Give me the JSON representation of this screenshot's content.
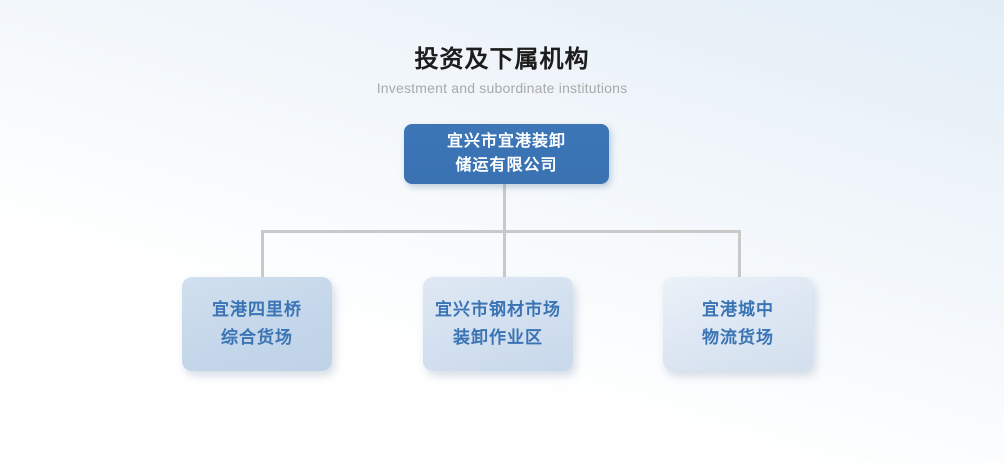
{
  "page": {
    "title": "投资及下属机构",
    "subtitle": "Investment and subordinate institutions"
  },
  "org": {
    "root": {
      "line1": "宜兴市宜港装卸",
      "line2": "储运有限公司"
    },
    "children": [
      {
        "line1": "宜港四里桥",
        "line2": "综合货场"
      },
      {
        "line1": "宜兴市钢材市场",
        "line2": "装卸作业区"
      },
      {
        "line1": "宜港城中",
        "line2": "物流货场"
      }
    ]
  },
  "colors": {
    "background_top": "#e2eef7",
    "background_bottom": "#ffffff",
    "title_text": "#1c1c1c",
    "subtitle_text": "#a9a9a9",
    "connector_line": "#c9c9c9",
    "root_box_bg": "#3a73b4",
    "root_box_text": "#ffffff",
    "child_box_text": "#3a74b5",
    "child_box_bg_left": "#c6d8ea",
    "child_box_bg_middle": "#d3e0ef",
    "child_box_bg_right": "#dde7f3"
  }
}
